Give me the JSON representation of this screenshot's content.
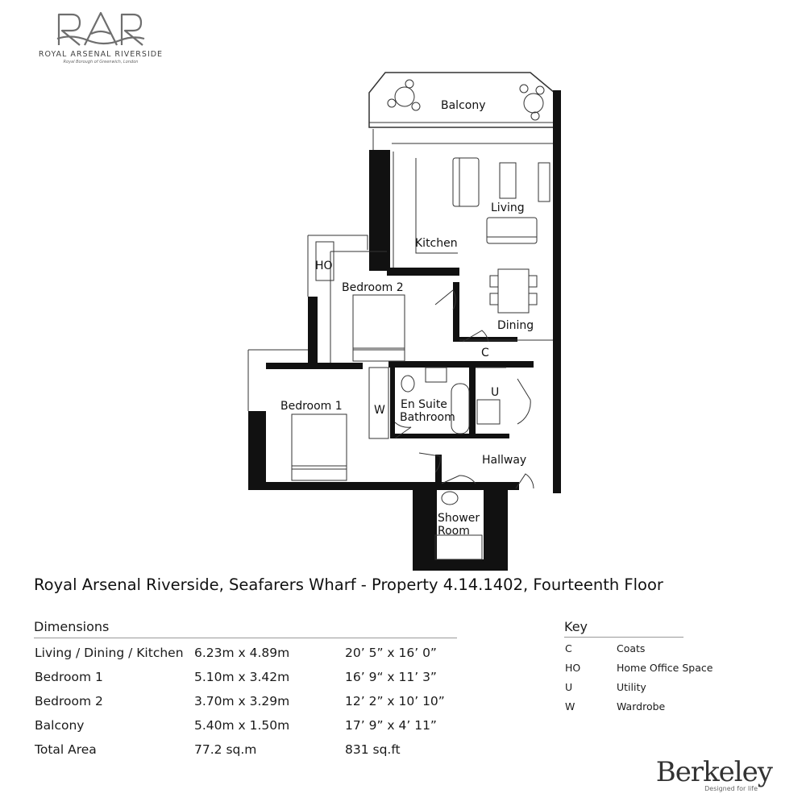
{
  "logo": {
    "mark": "RAR",
    "name": "ROYAL ARSENAL RIVERSIDE",
    "subtitle": "Royal Borough of Greenwich, London"
  },
  "plan": {
    "rooms": {
      "balcony": "Balcony",
      "living": "Living",
      "kitchen": "Kitchen",
      "ho": "HO",
      "bedroom2": "Bedroom 2",
      "dining": "Dining",
      "coats": "C",
      "ensuite_1": "En Suite",
      "ensuite_2": "Bathroom",
      "utility": "U",
      "wardrobe": "W",
      "bedroom1": "Bedroom 1",
      "hallway": "Hallway",
      "shower_1": "Shower",
      "shower_2": "Room"
    }
  },
  "title": "Royal Arsenal Riverside, Seafarers Wharf - Property 4.14.1402, Fourteenth Floor",
  "dimensions": {
    "heading": "Dimensions",
    "rows": [
      {
        "room": "Living / Dining / Kitchen",
        "metric": "6.23m x 4.89m",
        "imperial": "20’ 5” x 16’ 0”"
      },
      {
        "room": "Bedroom 1",
        "metric": "5.10m x 3.42m",
        "imperial": "16’ 9“ x 11’ 3”"
      },
      {
        "room": "Bedroom 2",
        "metric": "3.70m x 3.29m",
        "imperial": "12’ 2” x 10’ 10”"
      },
      {
        "room": "Balcony",
        "metric": "5.40m x 1.50m",
        "imperial": "17’ 9” x 4’ 11”"
      },
      {
        "room": "Total Area",
        "metric": "77.2 sq.m",
        "imperial": "831 sq.ft"
      }
    ]
  },
  "key": {
    "heading": "Key",
    "items": [
      {
        "code": "C",
        "desc": "Coats"
      },
      {
        "code": "HO",
        "desc": "Home Office Space"
      },
      {
        "code": "U",
        "desc": "Utility"
      },
      {
        "code": "W",
        "desc": "Wardrobe"
      }
    ]
  },
  "brand": {
    "name": "Berkeley",
    "tagline": "Designed for life"
  }
}
